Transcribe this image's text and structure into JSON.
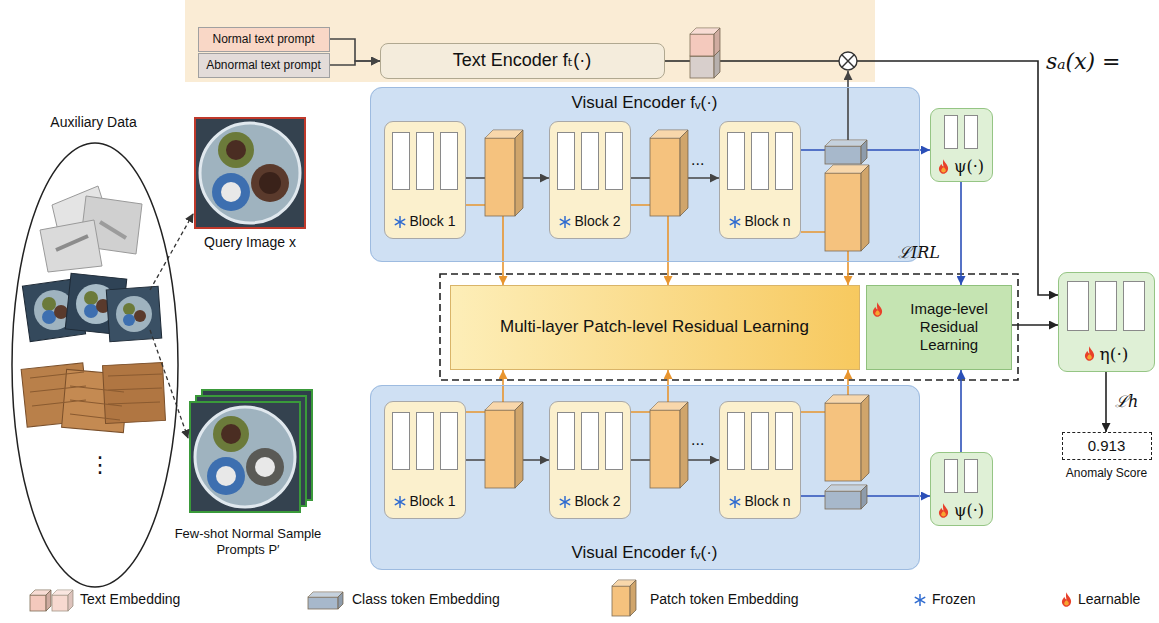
{
  "diagram": {
    "nodes": [
      {
        "text": [
          "Normal text prompt"
        ]
      },
      {
        "text": [
          "Abnormal text prompt"
        ]
      },
      {
        "text": [
          "Text Encoder fₜ(·)"
        ]
      },
      {
        "text": [
          "Visual Encoder fᵥ(·)"
        ]
      },
      {
        "text": [
          "Block 1"
        ],
        "in": 3
      },
      {
        "text": [
          "Block 2"
        ],
        "in": 3
      },
      {
        "text": [
          "Block n"
        ],
        "in": 3
      },
      {
        "text": [
          "ψ(·)"
        ]
      },
      {
        "text": [
          "Auxiliary Data"
        ]
      },
      {
        "text": [
          "Multi-layer Patch-level Residual Learning"
        ]
      },
      {
        "text": [
          "Image-level Residual Learning"
        ]
      },
      {
        "text": [
          "η(·)"
        ]
      },
      {
        "text": [
          "0.913",
          "Anomaly Score"
        ]
      },
      {
        "text": [
          "Visual Encoder fᵥ(·)"
        ]
      },
      {
        "text": [
          "Block 1"
        ],
        "in": 13
      },
      {
        "text": [
          "Block 2"
        ],
        "in": 13
      },
      {
        "text": [
          "Block n"
        ],
        "in": 13
      },
      {
        "text": [
          "ψ(·)"
        ]
      }
    ],
    "edges": [
      {
        "from": 0,
        "to": 2,
        "arrow": "to"
      },
      {
        "from": 1,
        "to": 2,
        "arrow": "to"
      },
      {
        "from": 2,
        "to": 11,
        "arrow": "to"
      },
      {
        "from": 4,
        "to": 5,
        "arrow": "to"
      },
      {
        "from": 5,
        "to": 6,
        "arrow": "to"
      },
      {
        "from": 4,
        "to": 9,
        "arrow": "to"
      },
      {
        "from": 5,
        "to": 9,
        "arrow": "to"
      },
      {
        "from": 6,
        "to": 9,
        "arrow": "to"
      },
      {
        "from": 6,
        "to": 7,
        "arrow": "to"
      },
      {
        "from": 7,
        "to": 10,
        "arrow": "to"
      },
      {
        "from": 14,
        "to": 15,
        "arrow": "to"
      },
      {
        "from": 15,
        "to": 16,
        "arrow": "to"
      },
      {
        "from": 14,
        "to": 9,
        "arrow": "to"
      },
      {
        "from": 15,
        "to": 9,
        "arrow": "to"
      },
      {
        "from": 16,
        "to": 9,
        "arrow": "to"
      },
      {
        "from": 16,
        "to": 17,
        "arrow": "to"
      },
      {
        "from": 17,
        "to": 10,
        "arrow": "to"
      },
      {
        "from": 10,
        "to": 11,
        "arrow": "to"
      },
      {
        "from": 11,
        "to": 12,
        "arrow": "to",
        "label": "ℒh"
      }
    ],
    "labels": [
      "Query Image x",
      "Few-shot Normal Sample Prompts P′",
      "ℒIRL",
      "sₐ(x) =",
      "...",
      "...",
      "⋮"
    ],
    "legend": [
      {
        "text": "Text Embedding",
        "color": "#f4c9bd"
      },
      {
        "text": "Class token Embedding",
        "color": "#a7b8cb"
      },
      {
        "text": "Patch token Embedding",
        "color": "#f5c27e"
      },
      {
        "text": "Frozen"
      },
      {
        "text": "Learnable"
      }
    ]
  }
}
